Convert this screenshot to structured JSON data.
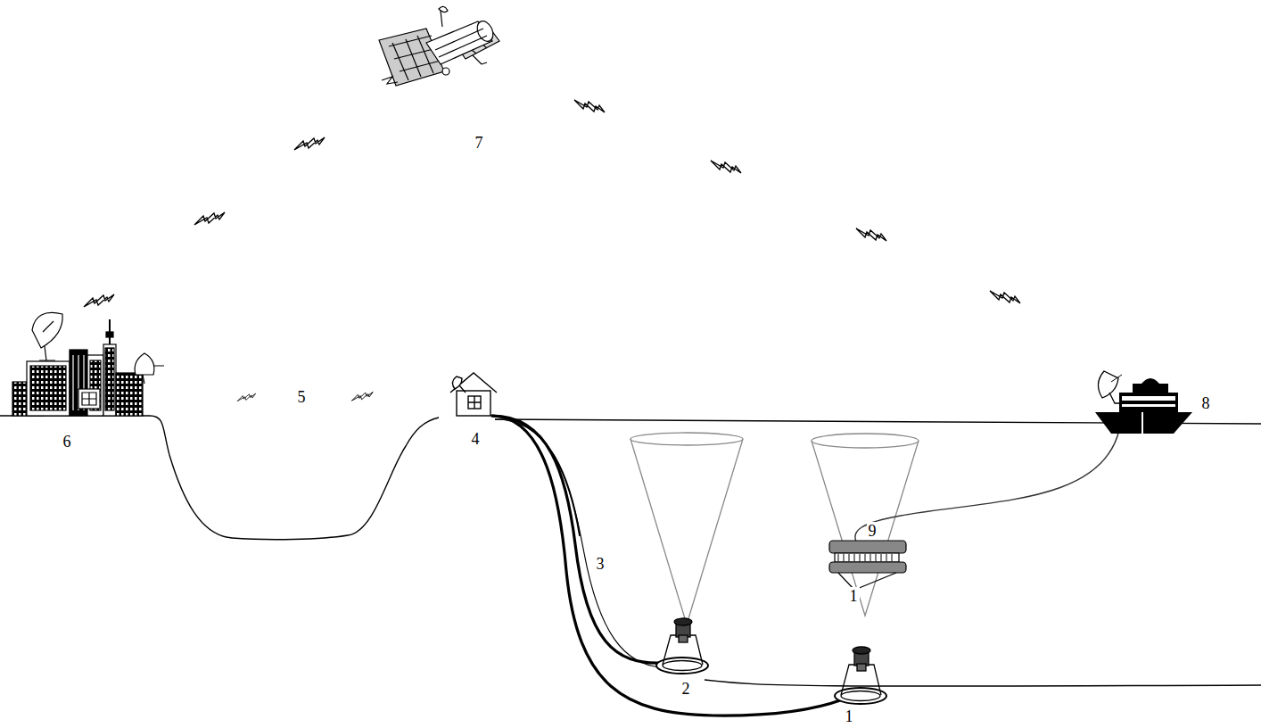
{
  "diagram": {
    "labels": [
      "7",
      "6",
      "5",
      "4",
      "3",
      "2",
      "1",
      "9",
      "1",
      "8"
    ]
  }
}
